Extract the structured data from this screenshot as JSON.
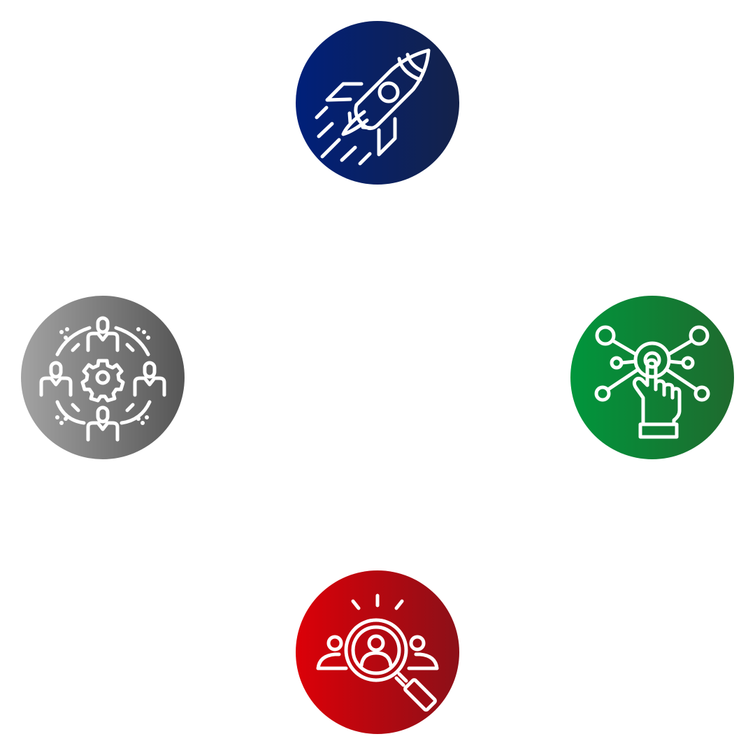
{
  "icons": [
    {
      "id": "top",
      "icon": "rocket-icon",
      "gradient": [
        "#00207a",
        "#14224a"
      ]
    },
    {
      "id": "left",
      "icon": "team-network-gear-icon",
      "gradient": [
        "#a3a3a3",
        "#555555"
      ]
    },
    {
      "id": "right",
      "icon": "touch-network-icon",
      "gradient": [
        "#00963c",
        "#1f6a2e"
      ]
    },
    {
      "id": "bottom",
      "icon": "people-search-icon",
      "gradient": [
        "#dc0008",
        "#8c1018"
      ]
    }
  ]
}
